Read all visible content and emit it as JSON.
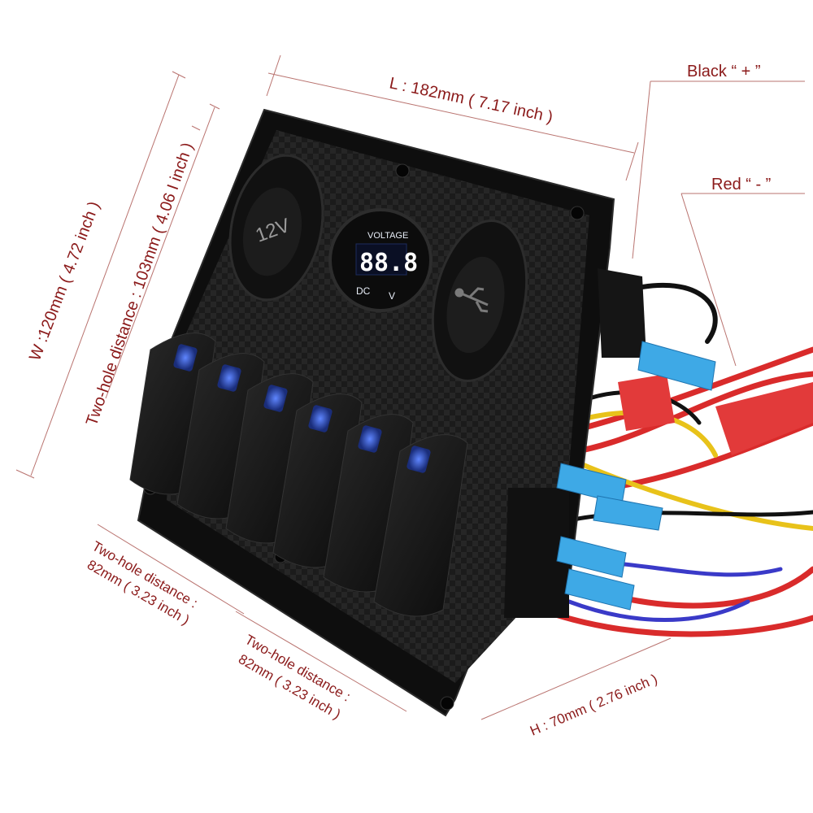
{
  "annotations": {
    "length": "L : 182mm ( 7.17 inch )",
    "width": "W :120mm ( 4.72 inch )",
    "vertical_hole_distance": "Two-hole distance : 103mm ( 4.06 I inch )",
    "bottom_hole_left_line1": "Two-hole distance :",
    "bottom_hole_left_line2": "82mm ( 3.23 inch )",
    "bottom_hole_right_line1": "Two-hole distance :",
    "bottom_hole_right_line2": "82mm ( 3.23 inch )",
    "height": "H : 70mm ( 2.76 inch )",
    "black_wire": "Black “ + ”",
    "red_wire": "Red “ - ”"
  },
  "panel": {
    "socket_left_label": "12V",
    "voltmeter_title": "VOLTAGE",
    "voltmeter_display": "88.8",
    "voltmeter_dc": "DC",
    "voltmeter_v": "V",
    "switch_count": 6
  },
  "colors": {
    "annotation_text": "#8b1a1a",
    "dimension_line": "#b9736f",
    "panel_body": "#141414",
    "switch_led": "#2f5bd8",
    "wire_red": "#d92b2b",
    "wire_yellow": "#e8c21a",
    "wire_black": "#111111",
    "wire_blue": "#3a3ac8",
    "terminal_blue": "#3ea9e6"
  }
}
